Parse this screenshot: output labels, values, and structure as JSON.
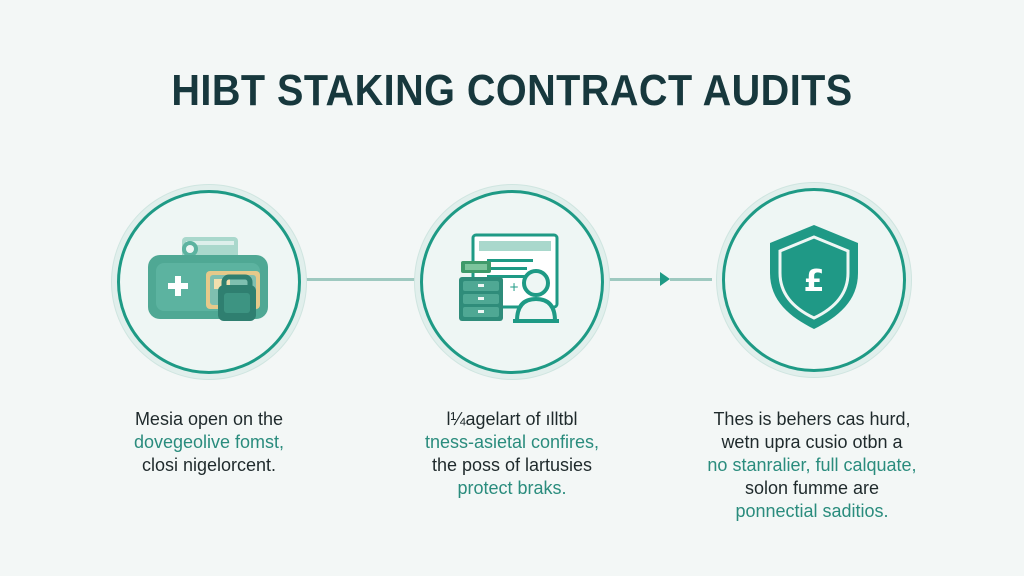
{
  "title": "HIBT STAKING CONTRACT AUDITS",
  "colors": {
    "accent": "#1e9a85",
    "dark_text": "#17383d",
    "teal_text": "#2a8c7d",
    "background": "#f3f7f6"
  },
  "steps": [
    {
      "icon": "wallet-lock-icon",
      "caption": [
        "Mesia open on the",
        "dovegeolive fomst,",
        "closi nigelorcent."
      ]
    },
    {
      "icon": "document-user-icon",
      "caption": [
        "l¼agelart of ılltbl",
        "tness-asietal confires,",
        "the poss of lartusies",
        "protect braks."
      ]
    },
    {
      "icon": "shield-icon",
      "caption": [
        "Thes is behers cas hurd,",
        "wetn upra cusio otbn a",
        "no stanralier, full calquate,",
        "solon fumme are",
        "ponnectial saditios."
      ]
    }
  ]
}
